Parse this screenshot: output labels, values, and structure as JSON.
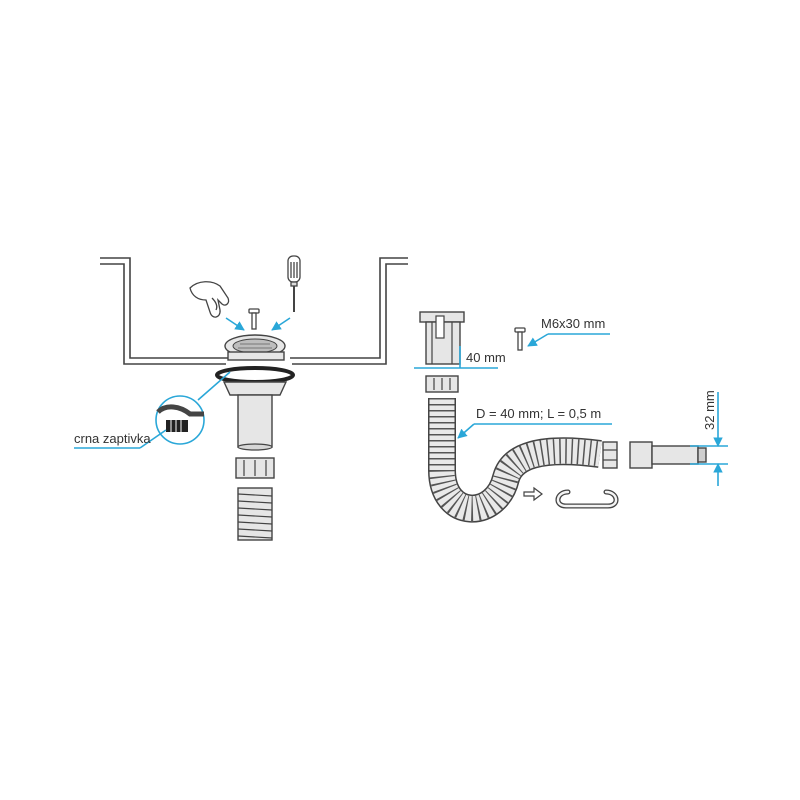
{
  "labels": {
    "gasket": "crna zaptivka",
    "screw": "M6x30 mm",
    "outlet_width": "40 mm",
    "hose_spec": "D = 40 mm; L = 0,5 m",
    "pipe_diameter": "32 mm"
  },
  "colors": {
    "leader": "#2aa7d8",
    "outline": "#444444",
    "fill": "#e6e6e6"
  },
  "icons": [
    "hand-icon",
    "screwdriver-icon",
    "screw-icon",
    "arrow-right-icon",
    "hook-icon"
  ]
}
